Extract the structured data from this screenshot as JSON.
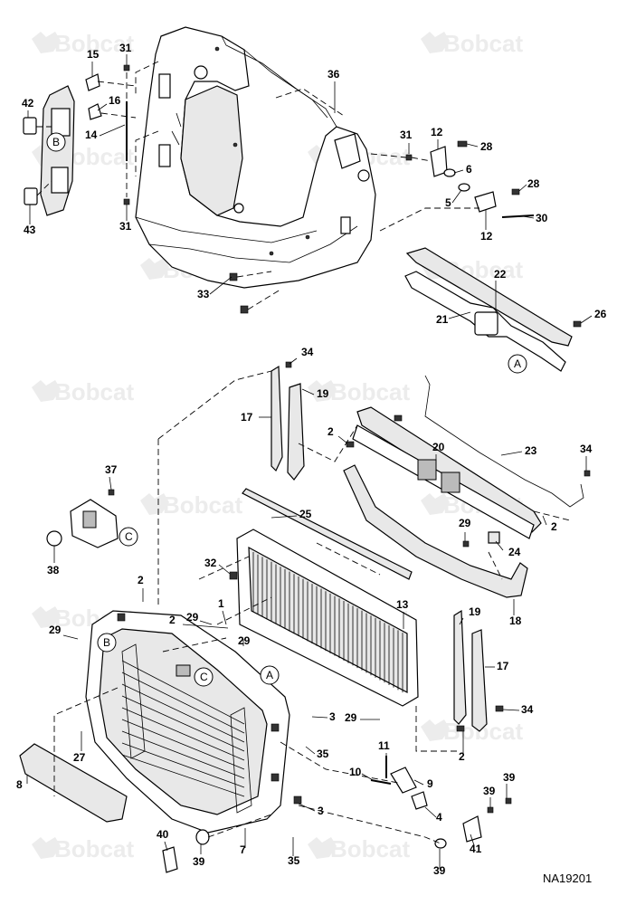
{
  "drawing_number": "NA19201",
  "watermark": "Bobcat",
  "callouts": [
    {
      "id": "c31a",
      "text": "31"
    },
    {
      "id": "c15",
      "text": "15"
    },
    {
      "id": "c42",
      "text": "42"
    },
    {
      "id": "c16",
      "text": "16"
    },
    {
      "id": "c14",
      "text": "14"
    },
    {
      "id": "c43",
      "text": "43"
    },
    {
      "id": "c31b",
      "text": "31"
    },
    {
      "id": "c36",
      "text": "36"
    },
    {
      "id": "c31c",
      "text": "31"
    },
    {
      "id": "c12a",
      "text": "12"
    },
    {
      "id": "c28a",
      "text": "28"
    },
    {
      "id": "c6",
      "text": "6"
    },
    {
      "id": "c28b",
      "text": "28"
    },
    {
      "id": "c5",
      "text": "5"
    },
    {
      "id": "c30",
      "text": "30"
    },
    {
      "id": "c12b",
      "text": "12"
    },
    {
      "id": "c33",
      "text": "33"
    },
    {
      "id": "c22",
      "text": "22"
    },
    {
      "id": "c21",
      "text": "21"
    },
    {
      "id": "c26",
      "text": "26"
    },
    {
      "id": "c34a",
      "text": "34"
    },
    {
      "id": "c19a",
      "text": "19"
    },
    {
      "id": "c17a",
      "text": "17"
    },
    {
      "id": "c2a",
      "text": "2"
    },
    {
      "id": "c20",
      "text": "20"
    },
    {
      "id": "c23",
      "text": "23"
    },
    {
      "id": "c34b",
      "text": "34"
    },
    {
      "id": "c37",
      "text": "37"
    },
    {
      "id": "c25",
      "text": "25"
    },
    {
      "id": "c29a",
      "text": "29"
    },
    {
      "id": "c2b",
      "text": "2"
    },
    {
      "id": "c24",
      "text": "24"
    },
    {
      "id": "c38",
      "text": "38"
    },
    {
      "id": "c32",
      "text": "32"
    },
    {
      "id": "c2c",
      "text": "2"
    },
    {
      "id": "c13",
      "text": "13"
    },
    {
      "id": "c18",
      "text": "18"
    },
    {
      "id": "c1",
      "text": "1"
    },
    {
      "id": "c29b",
      "text": "29"
    },
    {
      "id": "c2d",
      "text": "2"
    },
    {
      "id": "c29c",
      "text": "29"
    },
    {
      "id": "c19b",
      "text": "19"
    },
    {
      "id": "c29d",
      "text": "29"
    },
    {
      "id": "c17b",
      "text": "17"
    },
    {
      "id": "c3a",
      "text": "3"
    },
    {
      "id": "c29e",
      "text": "29"
    },
    {
      "id": "c34c",
      "text": "34"
    },
    {
      "id": "c27",
      "text": "27"
    },
    {
      "id": "c35a",
      "text": "35"
    },
    {
      "id": "c2e",
      "text": "2"
    },
    {
      "id": "c11",
      "text": "11"
    },
    {
      "id": "c8",
      "text": "8"
    },
    {
      "id": "c10",
      "text": "10"
    },
    {
      "id": "c9",
      "text": "9"
    },
    {
      "id": "c39a",
      "text": "39"
    },
    {
      "id": "c39b",
      "text": "39"
    },
    {
      "id": "c3b",
      "text": "3"
    },
    {
      "id": "c4",
      "text": "4"
    },
    {
      "id": "c40",
      "text": "40"
    },
    {
      "id": "c7",
      "text": "7"
    },
    {
      "id": "c35b",
      "text": "35"
    },
    {
      "id": "c41",
      "text": "41"
    },
    {
      "id": "c39c",
      "text": "39"
    },
    {
      "id": "c39d",
      "text": "39"
    }
  ],
  "reference_circles": [
    {
      "id": "rB1",
      "text": "B"
    },
    {
      "id": "rA1",
      "text": "A"
    },
    {
      "id": "rC1",
      "text": "C"
    },
    {
      "id": "rB2",
      "text": "B"
    },
    {
      "id": "rC2",
      "text": "C"
    },
    {
      "id": "rA2",
      "text": "A"
    }
  ]
}
